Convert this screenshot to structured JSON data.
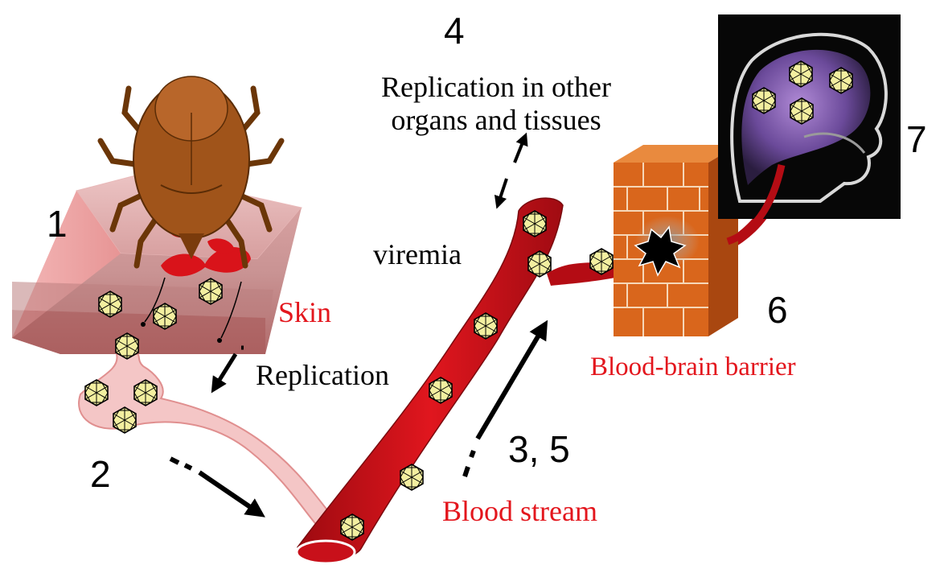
{
  "steps": {
    "s1": "1",
    "s2": "2",
    "s35": "3, 5",
    "s4": "4",
    "s6": "6",
    "s7": "7"
  },
  "labels": {
    "skin": "Skin",
    "replication": "Replication",
    "viremia": "viremia",
    "other_organs_line1": "Replication in other",
    "other_organs_line2": "organs and tissues",
    "blood_stream": "Blood stream",
    "bbb": "Blood-brain barrier"
  },
  "icons": [
    "tick-icon",
    "virus-particle-icon",
    "brick-wall-icon",
    "brain-mri-icon",
    "arrow-icon"
  ],
  "colors": {
    "label_red": "#e3161d",
    "tick_brown": "#8b4a12",
    "vessel_red": "#c8101a",
    "virus_yellow": "#f3efa0",
    "brick_orange": "#d9661c"
  }
}
